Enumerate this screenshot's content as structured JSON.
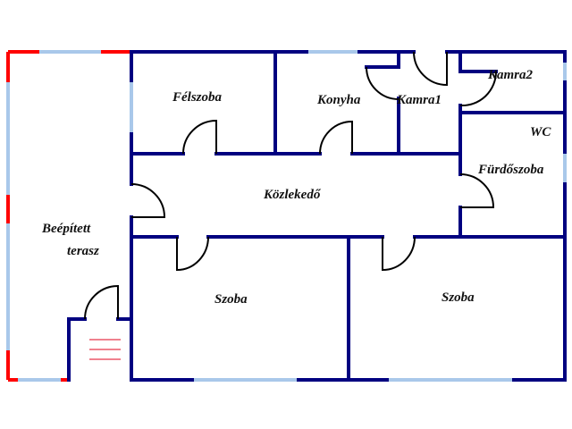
{
  "rooms": {
    "felszoba": "Félszoba",
    "konyha": "Konyha",
    "kamra1": "Kamra1",
    "kamra2": "Kamra2",
    "wc": "WC",
    "furdoszoba": "Fürdőszoba",
    "kozlekedo": "Közlekedő",
    "terasz_line1": "Beépített",
    "terasz_line2": "terasz",
    "szoba1": "Szoba",
    "szoba2": "Szoba"
  },
  "colors": {
    "wall": "#000080",
    "window": "#a9c8ea",
    "terrace": "#ff0000",
    "door": "#000000"
  }
}
